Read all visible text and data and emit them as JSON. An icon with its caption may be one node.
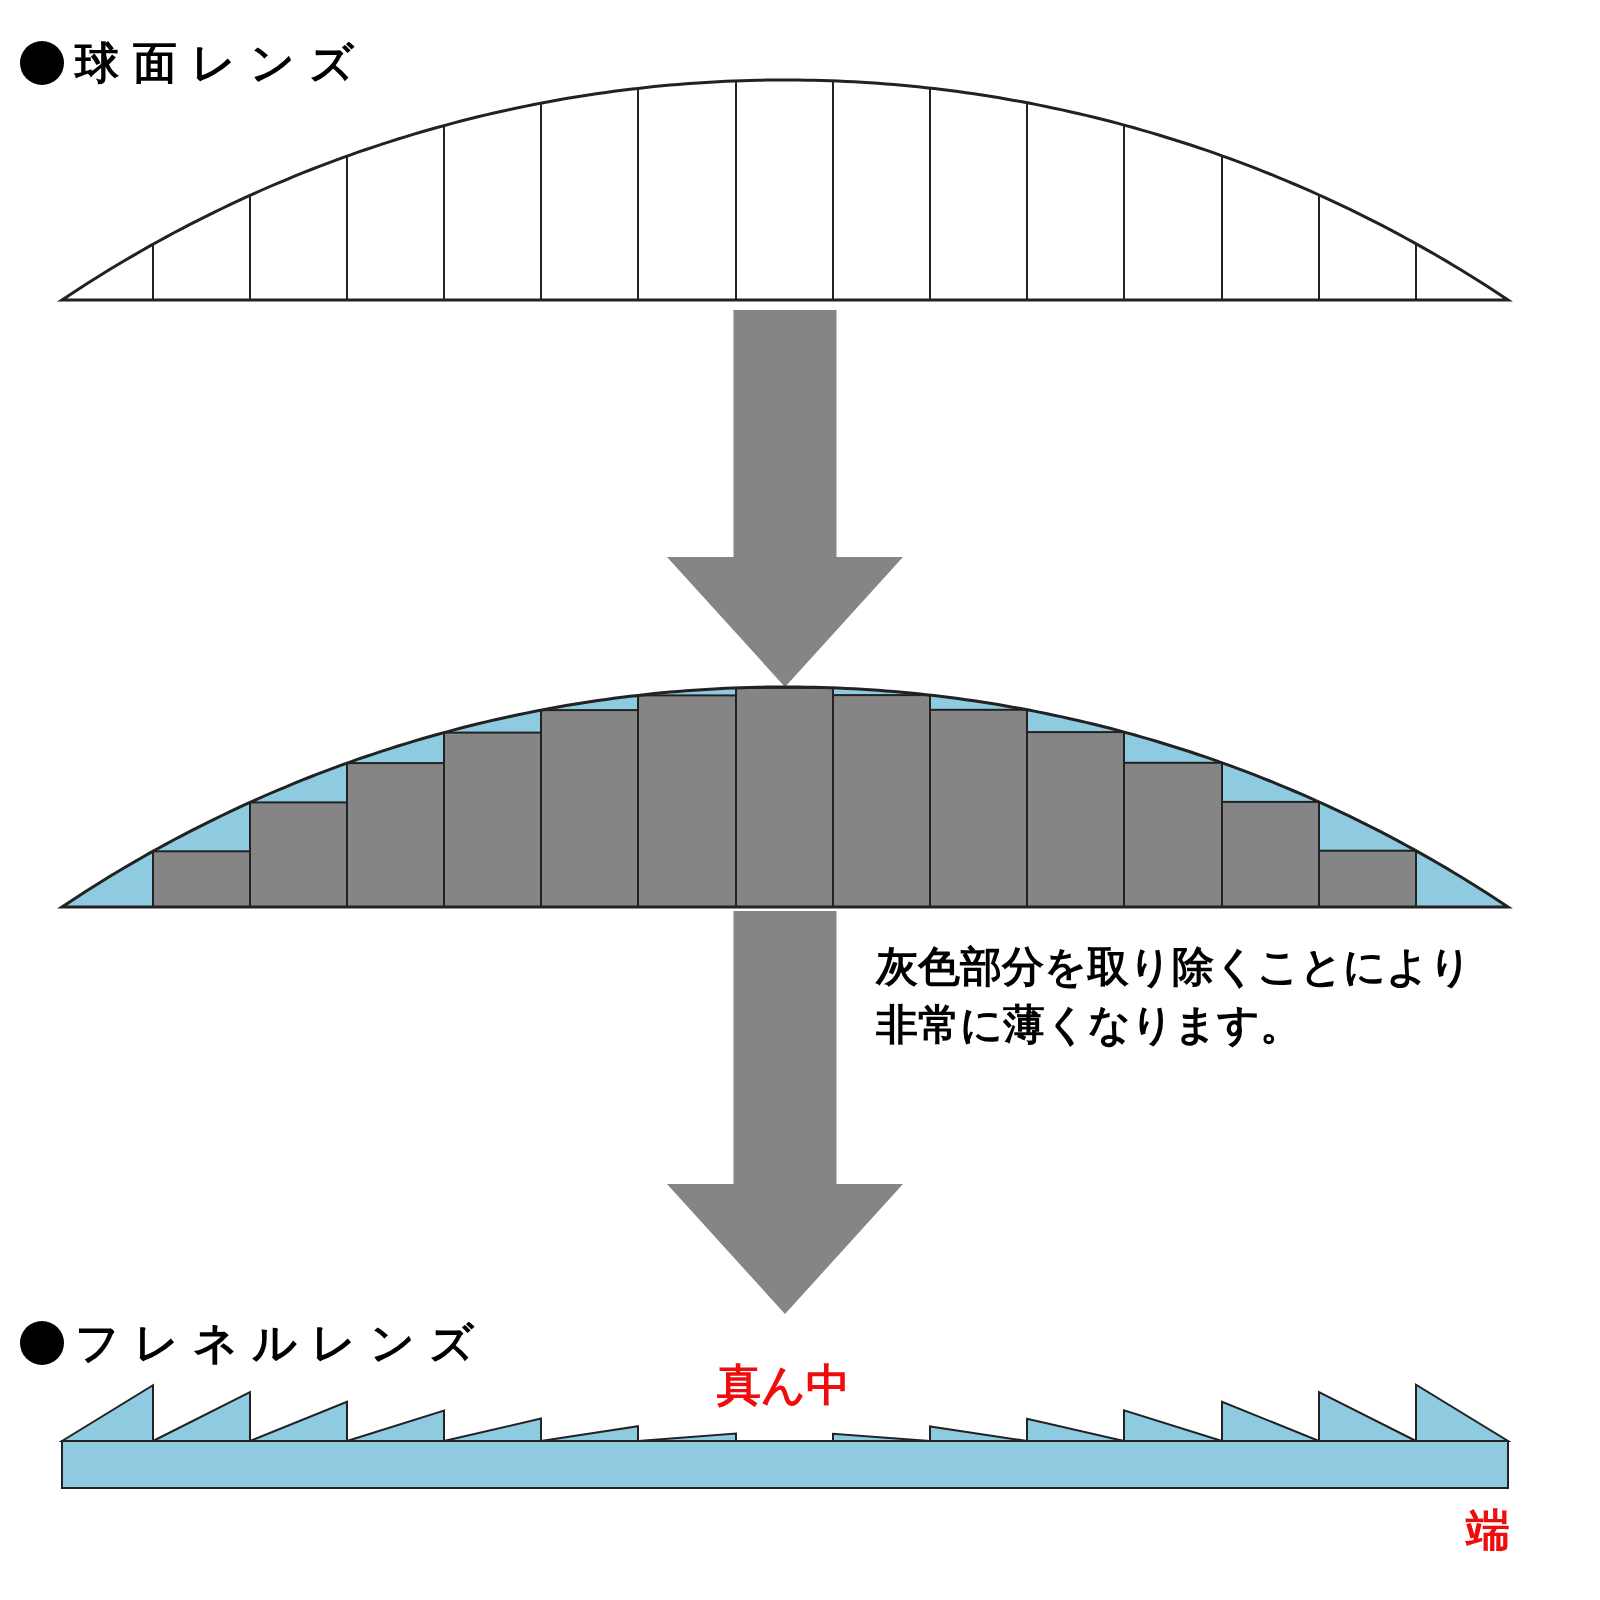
{
  "diagram": {
    "nodes": [
      {
        "text": [
          "球面レンズ"
        ]
      },
      {
        "text": [],
        "shape": "picture"
      },
      {
        "text": [
          "フレネルレンズ"
        ]
      }
    ],
    "edges": [
      {
        "from": 0,
        "to": 1,
        "arrow": "to"
      },
      {
        "from": 1,
        "to": 2,
        "arrow": "to",
        "label": "灰色部分を取り除くことにより非常に薄くなります。"
      }
    ],
    "labels": [
      "真ん中",
      "端"
    ]
  }
}
